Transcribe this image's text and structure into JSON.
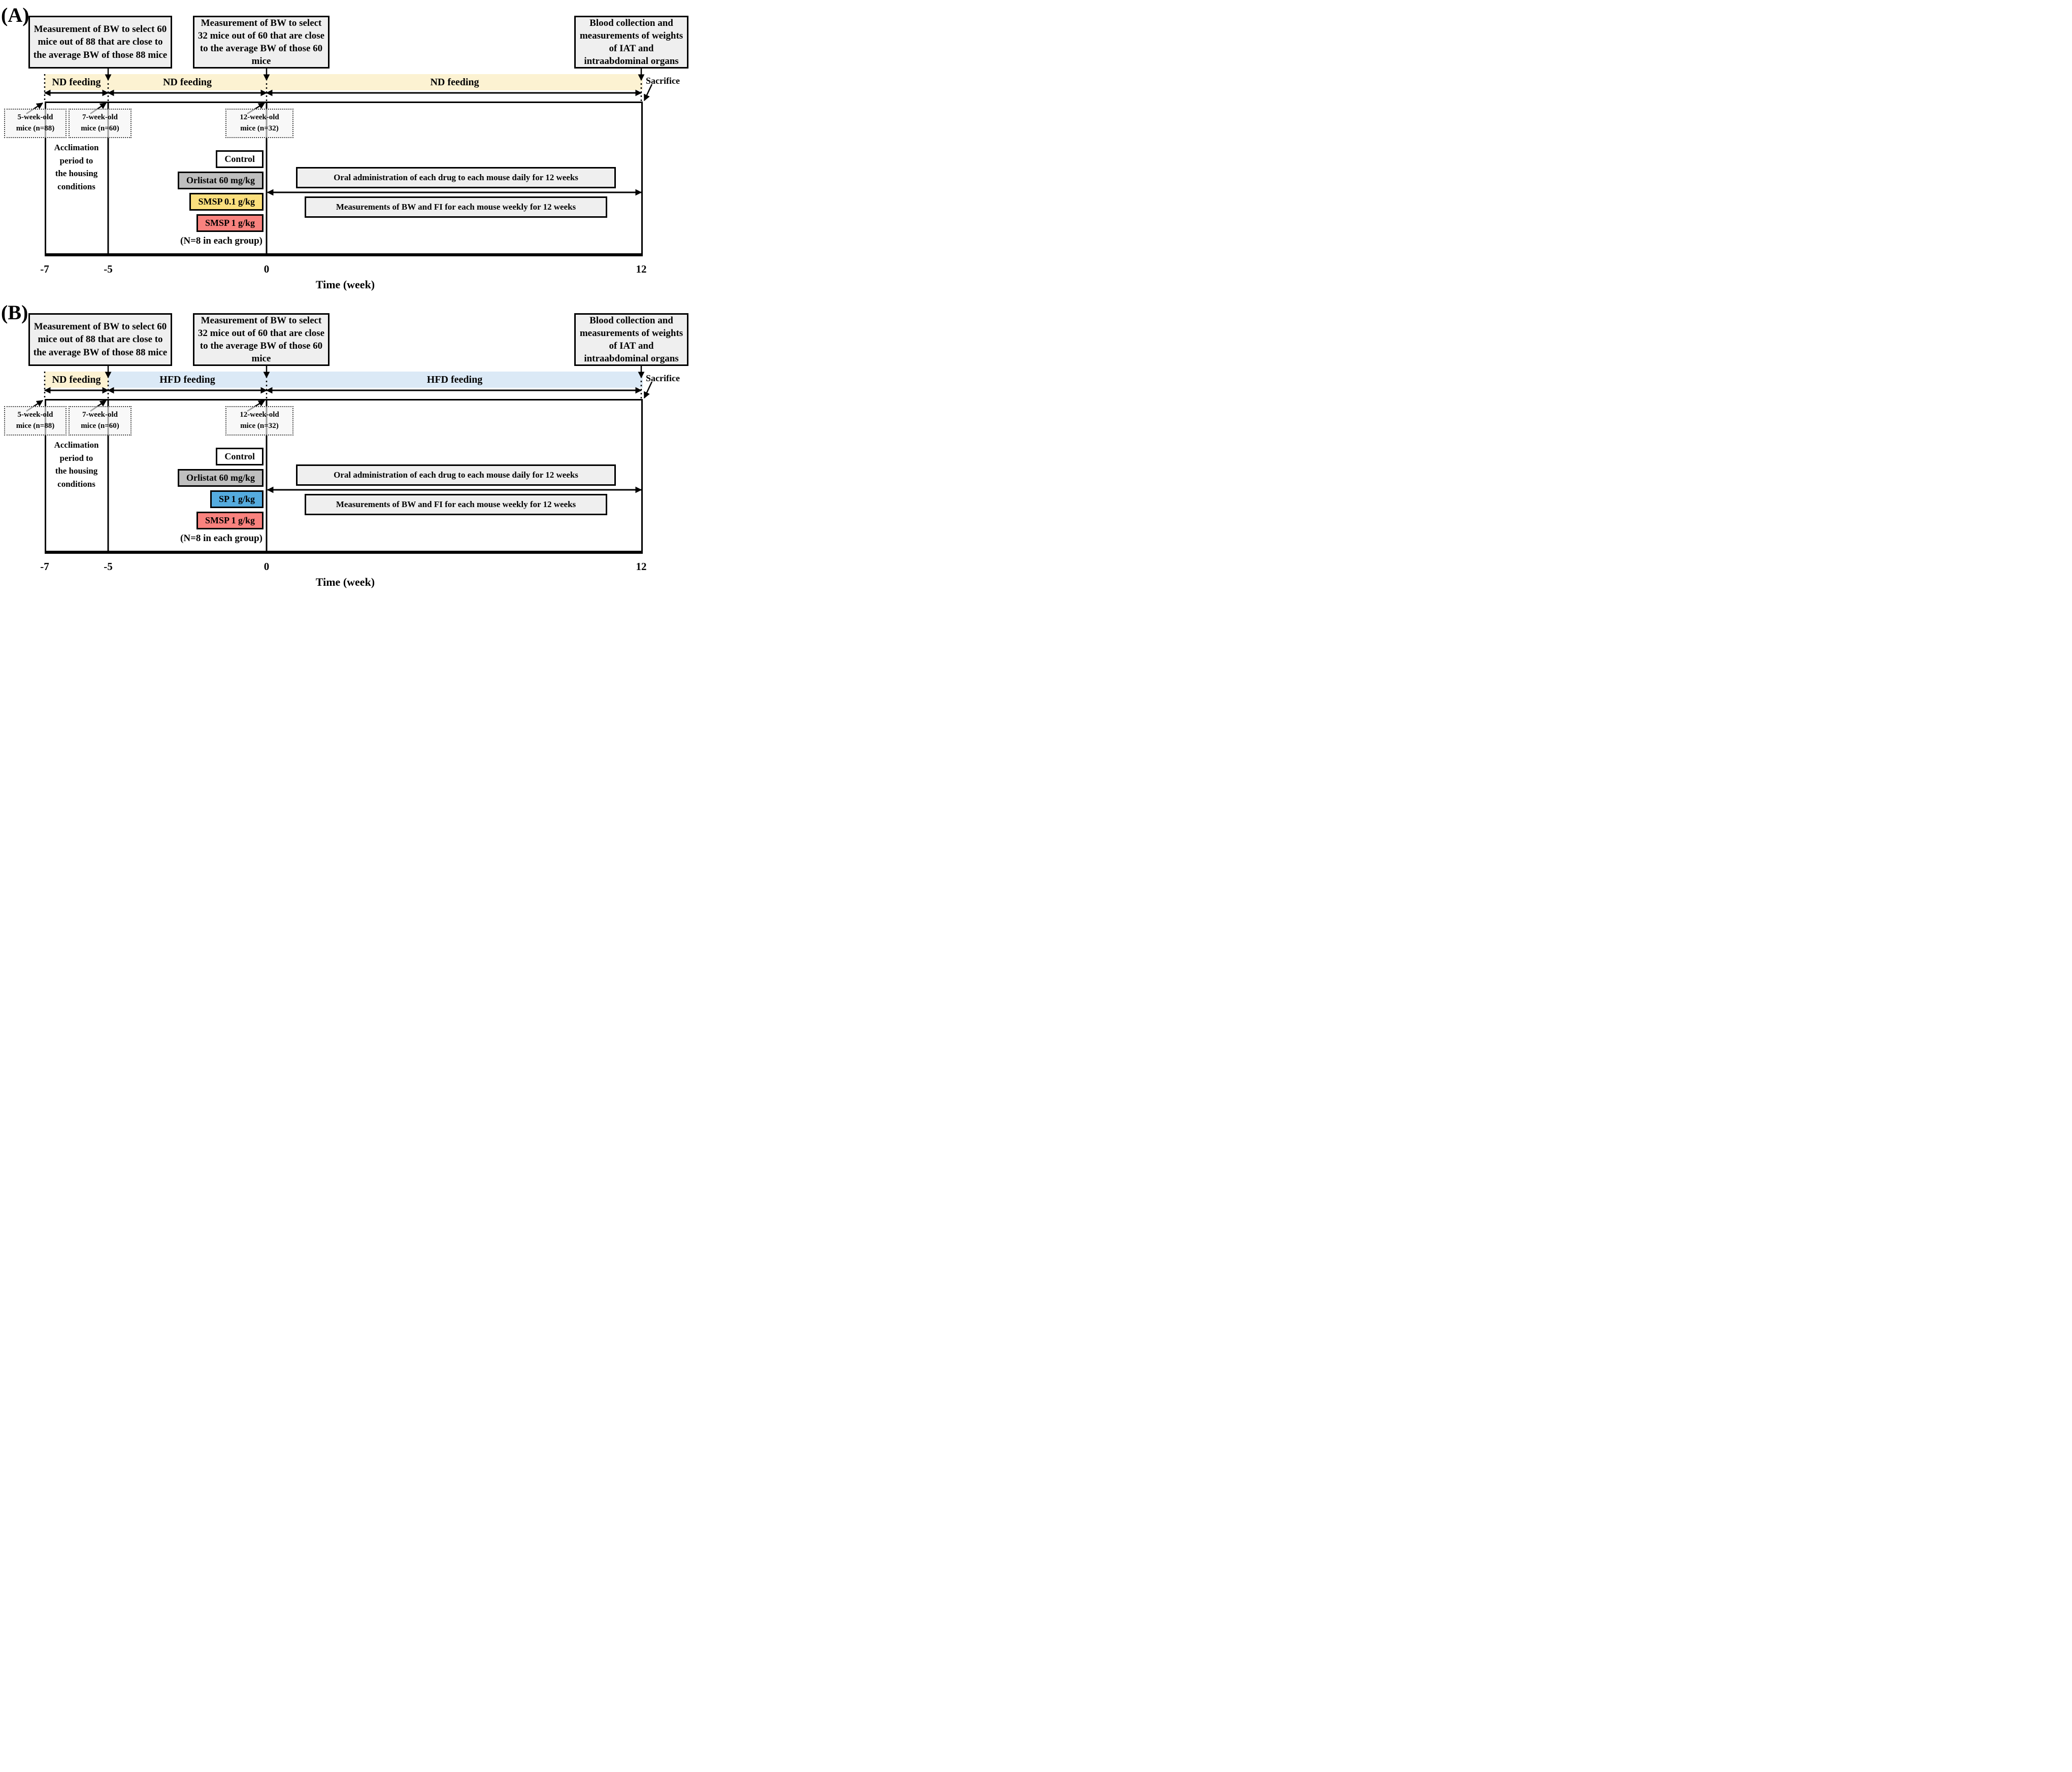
{
  "panels": [
    {
      "label": "(A)",
      "top_boxes": [
        "Measurement of BW to select 60 mice out of 88 that are close to the average BW of those 88 mice",
        "Measurement of BW to select 32 mice out of 60 that are close to the average BW of those 60 mice",
        "Blood collection and measurements of weights of IAT and intraabdominal organs"
      ],
      "feeding": [
        {
          "label": "ND feeding",
          "color": "#fcf2d2"
        },
        {
          "label": "ND feeding",
          "color": "#fcf2d2"
        },
        {
          "label": "ND feeding",
          "color": "#fcf2d2"
        }
      ],
      "sacrifice": "Sacrifice",
      "mice_boxes": [
        "5-week-old\nmice (n=88)",
        "7-week-old\nmice (n=60)",
        "12-week-old\nmice (n=32)"
      ],
      "acclimation": "Acclimation\nperiod to\nthe housing\nconditions",
      "groups": [
        {
          "label": "Control",
          "color": "#ffffff"
        },
        {
          "label": "Orlistat 60 mg/kg",
          "color": "#bfbfbf"
        },
        {
          "label": "SMSP 0.1 g/kg",
          "color": "#fbdf7d"
        },
        {
          "label": "SMSP 1 g/kg",
          "color": "#f9827e"
        }
      ],
      "group_note": "(N=8 in each group)",
      "annotations": [
        "Oral administration of each drug to each mouse daily for 12 weeks",
        "Measurements of BW and FI for each mouse weekly for 12 weeks"
      ],
      "ticks": [
        "-7",
        "-5",
        "0",
        "12"
      ],
      "axis_label": "Time (week)"
    },
    {
      "label": "(B)",
      "top_boxes": [
        "Measurement of BW to select 60 mice out of 88 that are close to the average BW of those 88 mice",
        "Measurement of BW to select 32 mice out of 60 that are close to the average BW of those 60 mice",
        "Blood collection and measurements of weights of IAT and intraabdominal organs"
      ],
      "feeding": [
        {
          "label": "ND feeding",
          "color": "#fcf2d2"
        },
        {
          "label": "HFD feeding",
          "color": "#dbe9f6"
        },
        {
          "label": "HFD feeding",
          "color": "#dbe9f6"
        }
      ],
      "sacrifice": "Sacrifice",
      "mice_boxes": [
        "5-week-old\nmice (n=88)",
        "7-week-old\nmice (n=60)",
        "12-week-old\nmice (n=32)"
      ],
      "acclimation": "Acclimation\nperiod to\nthe housing\nconditions",
      "groups": [
        {
          "label": "Control",
          "color": "#ffffff"
        },
        {
          "label": "Orlistat 60 mg/kg",
          "color": "#bfbfbf"
        },
        {
          "label": "SP 1 g/kg",
          "color": "#55acdf"
        },
        {
          "label": "SMSP 1 g/kg",
          "color": "#f9827e"
        }
      ],
      "group_note": "(N=8 in each group)",
      "annotations": [
        "Oral administration of each drug to each mouse daily for 12 weeks",
        "Measurements of BW and FI for each mouse weekly for 12 weeks"
      ],
      "ticks": [
        "-7",
        "-5",
        "0",
        "12"
      ],
      "axis_label": "Time (week)"
    }
  ]
}
